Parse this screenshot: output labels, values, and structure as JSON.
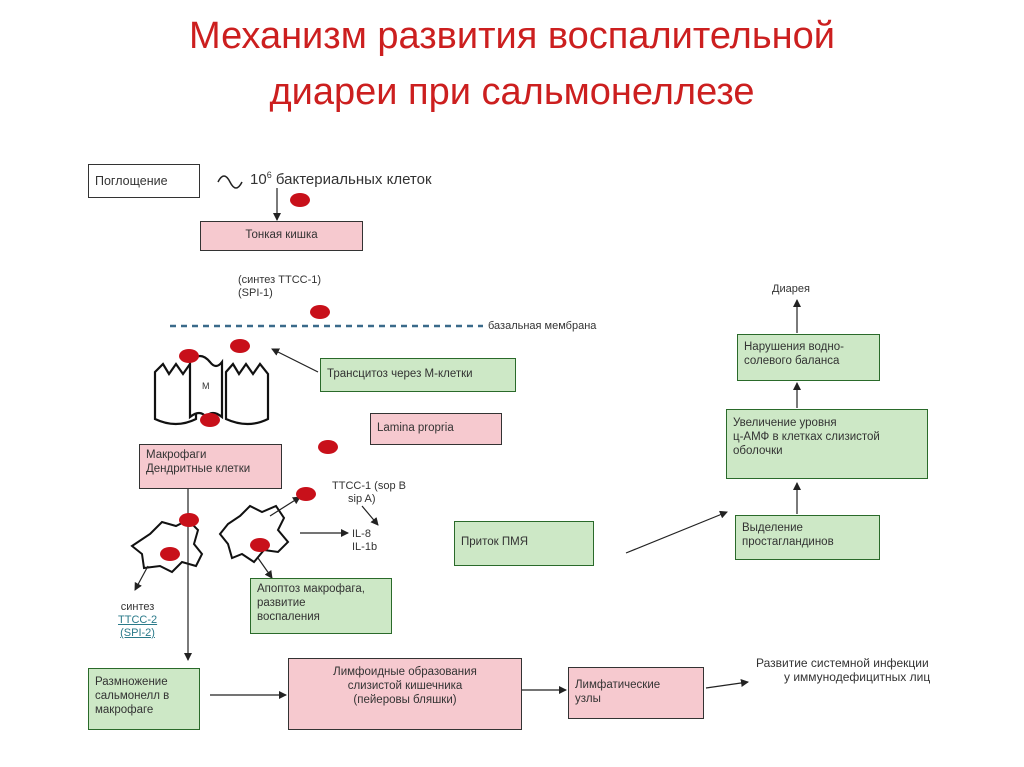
{
  "title": {
    "line1": "Механизм развития воспалительной",
    "line2": "диареи при сальмонеллезе"
  },
  "nodes": {
    "uptake": "Поглощение",
    "bacteria_pre": "10",
    "bacteria_sup": "6",
    "bacteria_post": " бактериальных клеток",
    "small_intestine": "Тонкая кишка",
    "ttss1_line1": "(синтез ТТСС-1)",
    "ttss1_line2": "(SPI-1)",
    "basal_membrane": "базальная мембрана",
    "m_label": "М",
    "transcytosis": "Трансцитоз через М-клетки",
    "lamina_propria": "Lamina propria",
    "macrophages": "Макрофаги\nДендритные клетки",
    "ttss1_sop_line1": "ТТСС-1 (sop B",
    "ttss1_sop_line2": "sip A)",
    "il8": "IL-8",
    "il1b": "IL-1b",
    "pmn_influx": "Приток ПМЯ",
    "apoptosis": "Апоптоз макрофага,\nразвитие\nвоспаления",
    "synthesis": "синтез",
    "ttss2": "ТТСС-2",
    "spi2": "(SPI-2)",
    "multiplication": "Размножение\nсальмонелл в\nмакрофаге",
    "lymphoid": "Лимфоидные образования\nслизистой кишечника\n(пейеровы бляшки)",
    "lymph_nodes": "Лимфатические\nузлы",
    "systemic_line1": "Развитие системной инфекции",
    "systemic_line2": "у иммунодефицитных лиц",
    "diarrhea": "Диарея",
    "water_salt": "Нарушения водно-\nсолевого баланса",
    "camp": "Увеличение уровня\nц-АМФ в клетках слизистой\nоболочки",
    "prostaglandins": "Выделение\nпростагландинов"
  },
  "colors": {
    "title": "#cc1f1f",
    "dot": "#c8101a",
    "pink_box": "#f6c9cf",
    "green_box": "#cde8c6",
    "ttss2_text": "#2a7a8a"
  }
}
